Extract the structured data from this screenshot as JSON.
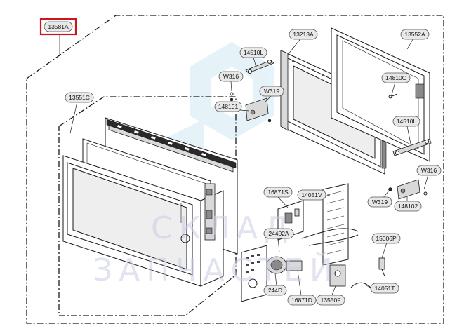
{
  "labels": {
    "p13581A": "13581A",
    "p13551C": "13551C",
    "p13213A": "13213A",
    "p13552A": "13552A",
    "p14510L_a": "14510L",
    "p14510L_b": "14510L",
    "pW316_a": "W316",
    "pW316_b": "W316",
    "pW319_a": "W319",
    "pW319_b": "W319",
    "p148101": "148101",
    "p14810C": "14810C",
    "p148102": "148102",
    "p16871S": "16871S",
    "p14051V": "14051V",
    "p24402A": "24402A",
    "p15006P": "15006P",
    "p244D": "244D",
    "p16871D": "16871D",
    "p13550F": "13550F",
    "p14051T": "14051T"
  },
  "watermark": {
    "line1": "СКЛАД",
    "line2": "ЗАПЧАСТЕЙ"
  },
  "colors": {
    "highlight_box": "#d0141c",
    "watermark": "#c9cde4",
    "watermark_logo": "#d4ecf6"
  }
}
